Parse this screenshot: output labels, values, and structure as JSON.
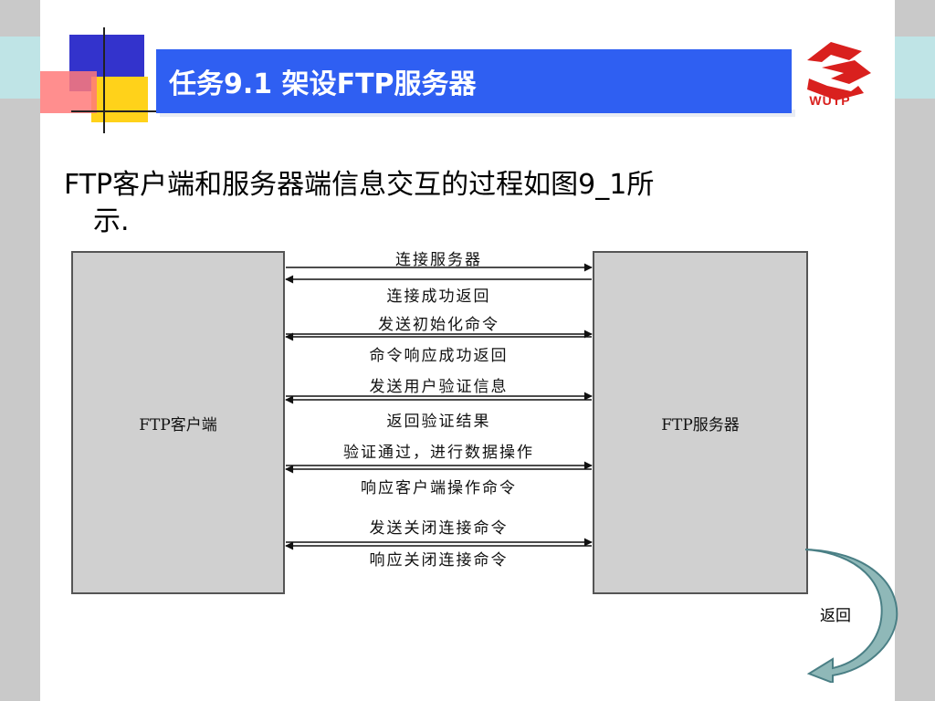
{
  "slide": {
    "title": "任务9.1 架设FTP服务器",
    "logo_text": "WUTP",
    "body_line1": "FTP客户端和服务器端信息交互的过程如图9_1所",
    "body_line2": "示.",
    "back_label": "返回"
  },
  "diagram": {
    "client_label": "FTP客户端",
    "server_label": "FTP服务器",
    "messages": [
      {
        "label": "连接服务器",
        "direction": "to-server"
      },
      {
        "label": "连接成功返回",
        "direction": "to-client"
      },
      {
        "label": "发送初始化命令",
        "direction": "to-server"
      },
      {
        "label": "命令响应成功返回",
        "direction": "to-client"
      },
      {
        "label": "发送用户验证信息",
        "direction": "to-server"
      },
      {
        "label": "返回验证结果",
        "direction": "to-client"
      },
      {
        "label": "验证通过，进行数据操作",
        "direction": "to-server"
      },
      {
        "label": "响应客户端操作命令",
        "direction": "to-client"
      },
      {
        "label": "发送关闭连接命令",
        "direction": "to-server"
      },
      {
        "label": "响应关闭连接命令",
        "direction": "to-client"
      }
    ]
  },
  "colors": {
    "title_bar": "#2f5ff2",
    "logo_red": "#d9201e",
    "box_fill": "#d0d0d0",
    "back_arrow": "#8fb8b8"
  }
}
